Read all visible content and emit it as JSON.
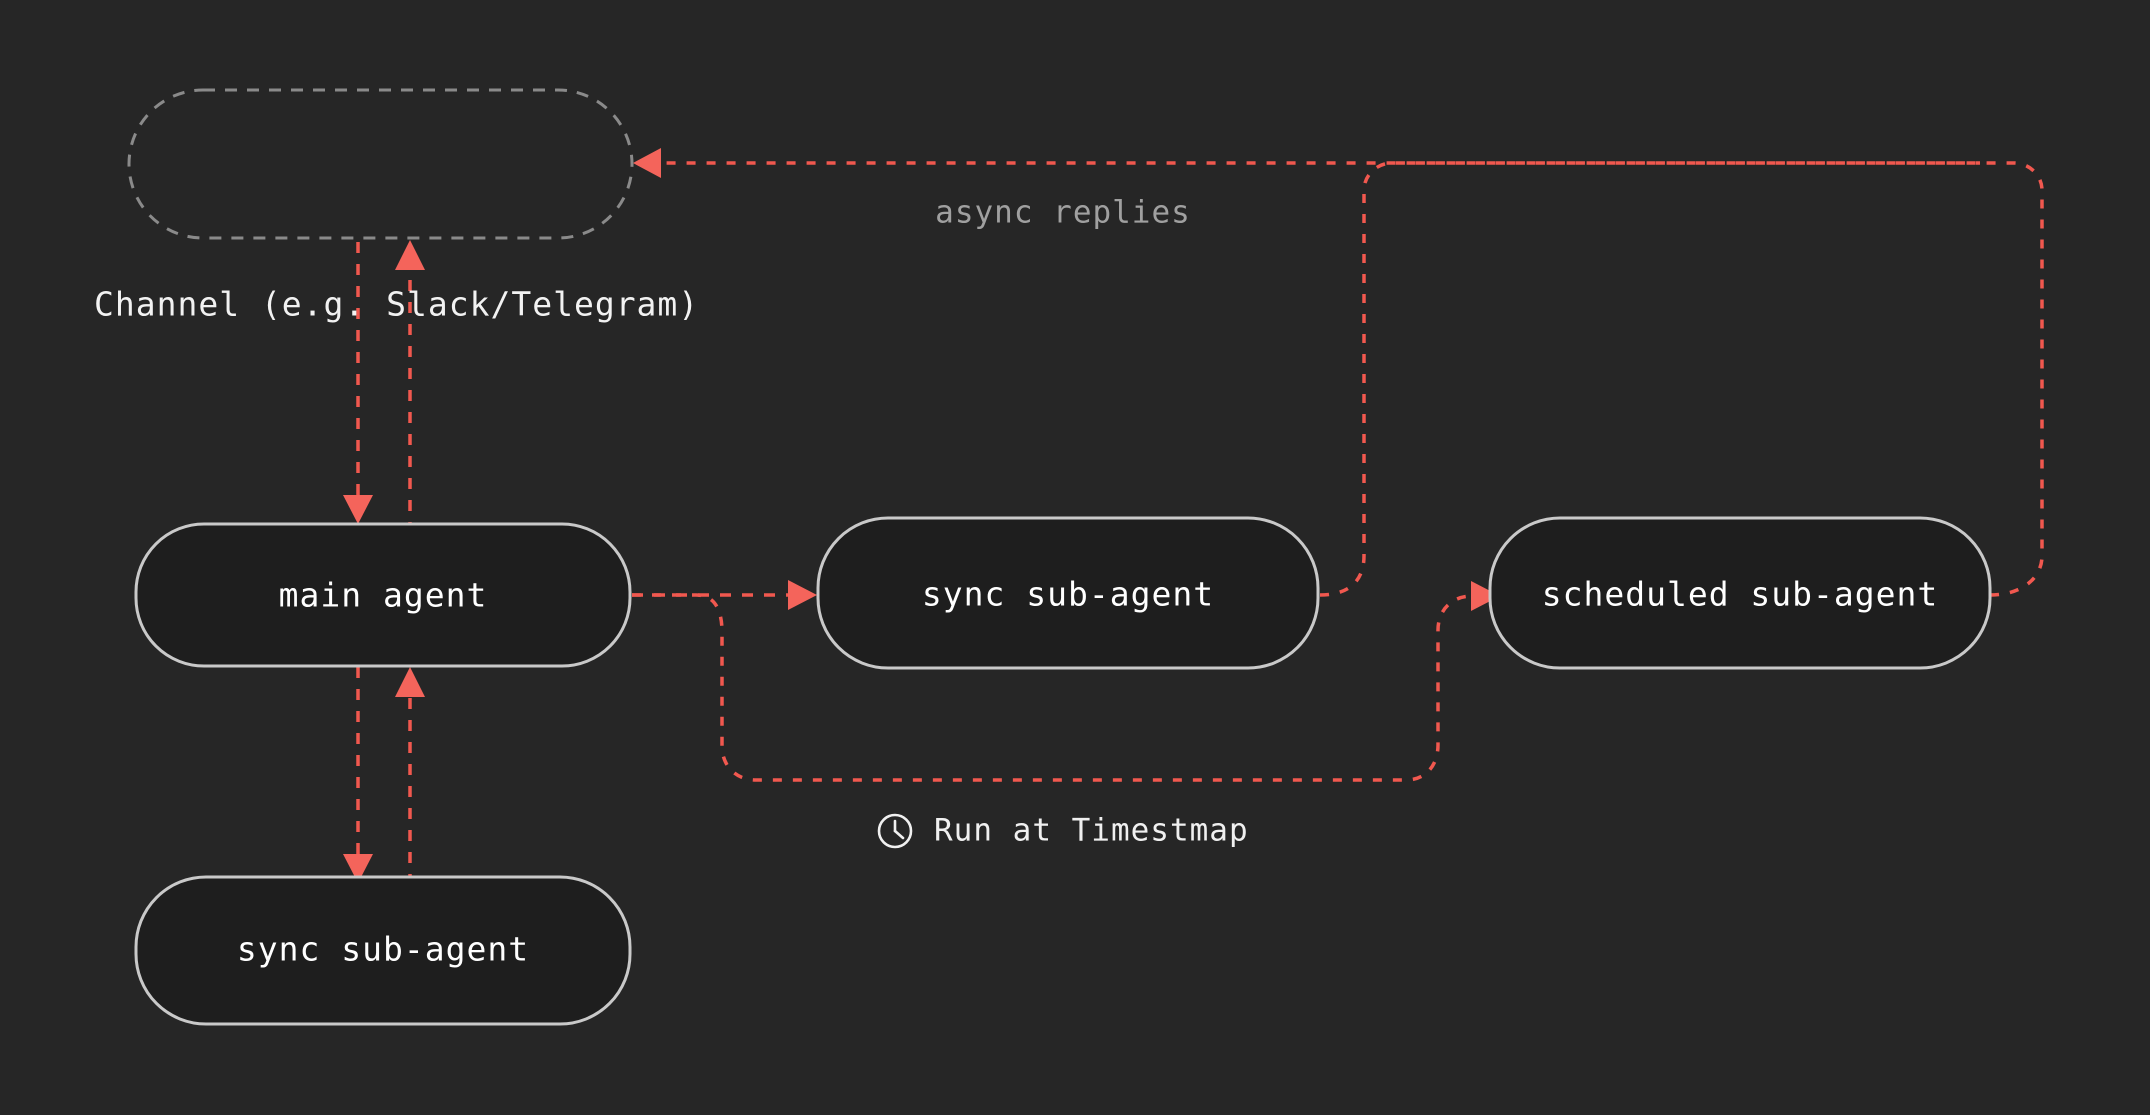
{
  "theme": {
    "background": "#262626",
    "node_fill": "#1e1e1e",
    "node_stroke": "#c9c9c9",
    "group_stroke": "#8a8a8a",
    "edge_color": "#f1584f",
    "arrow_color": "#f4645b",
    "label_color": "#ffffff",
    "muted_label_color": "#a0a0a0"
  },
  "diagram": {
    "type": "flowchart",
    "groups": [
      {
        "id": "channel",
        "label": "Channel (e.g. Slack/Telegram)",
        "style": "dashed-rounded",
        "empty": true
      }
    ],
    "nodes": [
      {
        "id": "main-agent",
        "label": "main agent"
      },
      {
        "id": "sync-sub-agent-right",
        "label": "sync sub-agent"
      },
      {
        "id": "scheduled-sub-agent",
        "label": "scheduled sub-agent"
      },
      {
        "id": "sync-sub-agent-bottom",
        "label": "sync sub-agent"
      }
    ],
    "edge_labels": [
      {
        "id": "async-replies",
        "label": "async replies"
      },
      {
        "id": "run-at-timestamp",
        "label": "Run at Timestmap",
        "icon": "clock-icon"
      }
    ],
    "edges": [
      {
        "from": "channel",
        "to": "main-agent",
        "style": "dashed",
        "direction": "down"
      },
      {
        "from": "main-agent",
        "to": "channel",
        "style": "dashed",
        "direction": "up"
      },
      {
        "from": "main-agent",
        "to": "sync-sub-agent-bottom",
        "style": "dashed",
        "direction": "down"
      },
      {
        "from": "sync-sub-agent-bottom",
        "to": "main-agent",
        "style": "dashed",
        "direction": "up"
      },
      {
        "from": "main-agent",
        "to": "sync-sub-agent-right",
        "style": "dashed",
        "direction": "right"
      },
      {
        "from": "main-agent",
        "to": "scheduled-sub-agent",
        "style": "dashed",
        "direction": "loop-bottom",
        "label": "Run at Timestmap"
      },
      {
        "from": "sync-sub-agent-right",
        "to": "channel",
        "style": "dashed",
        "direction": "loop-top",
        "label": "async replies"
      },
      {
        "from": "scheduled-sub-agent",
        "to": "channel",
        "style": "dashed",
        "direction": "loop-top",
        "label": "async replies"
      }
    ]
  }
}
